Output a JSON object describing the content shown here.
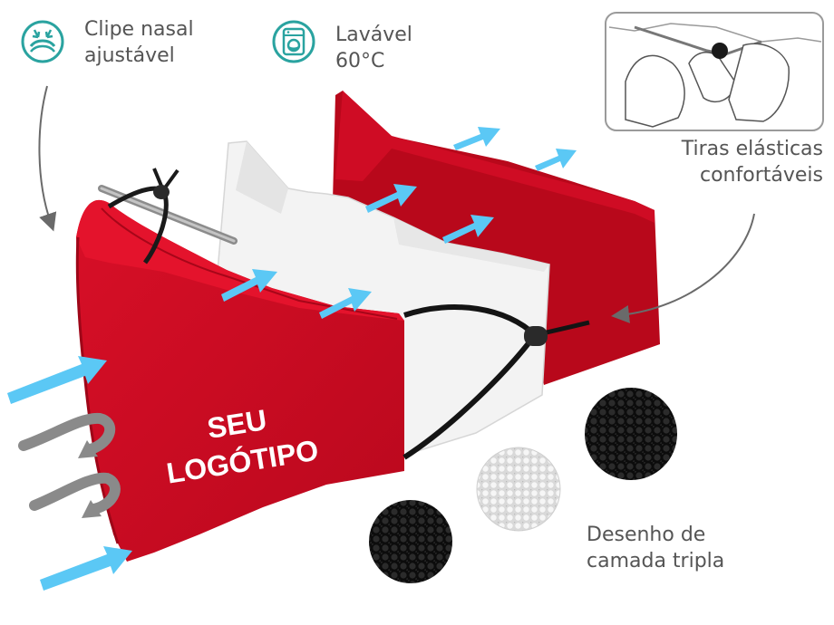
{
  "features": {
    "nose_clip": {
      "line1": "Clipe nasal",
      "line2": "ajustável",
      "icon": "nose-clip-icon"
    },
    "washable": {
      "line1": "Lavável",
      "line2": "60°C",
      "icon": "washing-machine-icon"
    },
    "straps": {
      "line1": "Tiras elásticas",
      "line2": "confortáveis"
    },
    "layers": {
      "line1": "Desenho de",
      "line2": "camada tripla"
    }
  },
  "mask": {
    "logo_line1": "SEU",
    "logo_line2": "LOGÓTIPO"
  },
  "colors": {
    "mask_red": "#cc0a21",
    "mask_red_dark": "#a50719",
    "accent_teal": "#2aa3a0",
    "airflow_blue": "#5bc8f5",
    "airflow_gray": "#8a8a8a",
    "text_gray": "#555555"
  }
}
